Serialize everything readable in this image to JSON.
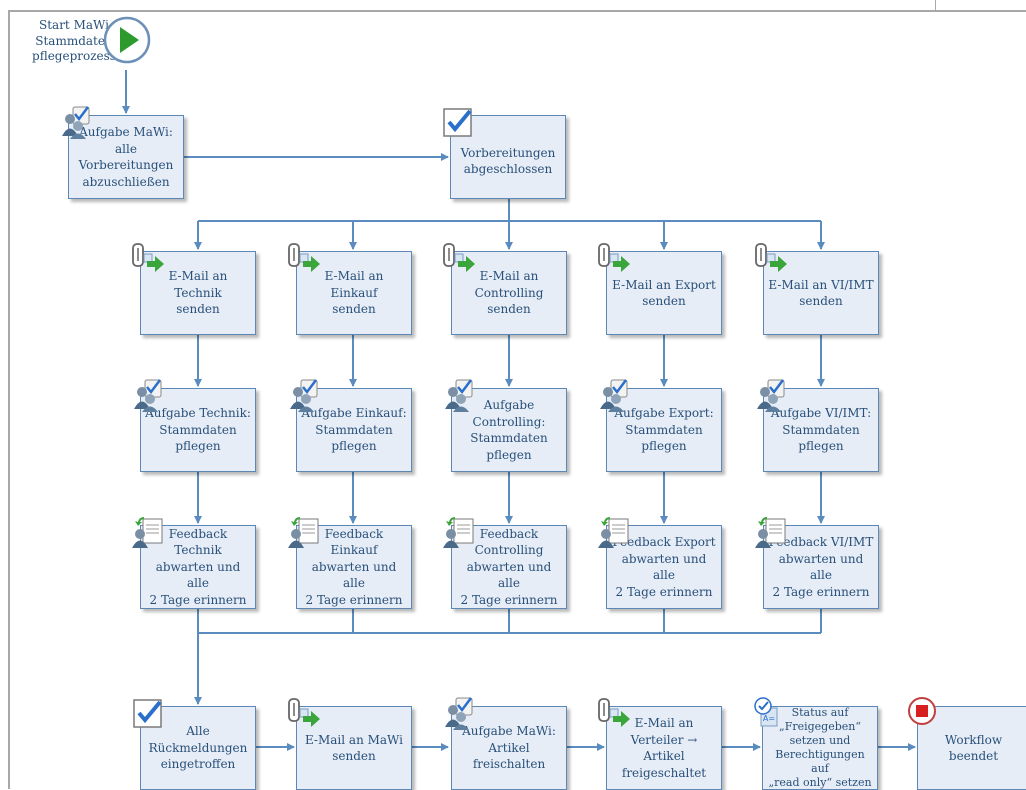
{
  "start": {
    "label": "Start MaWi\nStammdaten\npflegeprozess",
    "icon": "play-icon"
  },
  "steps": {
    "mawi_vorbereitung": {
      "label": "Aufgabe MaWi:\nalle\nVorbereitungen\nabzuschließen",
      "icon": "task-icon"
    },
    "vorbereitungen_abgeschlossen": {
      "label": "Vorbereitungen\nabgeschlossen",
      "icon": "checkbox-icon"
    },
    "branches": [
      {
        "email": {
          "label": "E-Mail an Technik\nsenden",
          "icon": "email-send-icon"
        },
        "task": {
          "label": "Aufgabe Technik:\nStammdaten\npflegen",
          "icon": "task-icon"
        },
        "feedback": {
          "label": "Feedback Technik\nabwarten und alle\n2 Tage erinnern",
          "icon": "feedback-icon"
        }
      },
      {
        "email": {
          "label": "E-Mail an Einkauf\nsenden",
          "icon": "email-send-icon"
        },
        "task": {
          "label": "Aufgabe Einkauf:\nStammdaten\npflegen",
          "icon": "task-icon"
        },
        "feedback": {
          "label": "Feedback Einkauf\nabwarten und alle\n2 Tage erinnern",
          "icon": "feedback-icon"
        }
      },
      {
        "email": {
          "label": "E-Mail an\nControlling\nsenden",
          "icon": "email-send-icon"
        },
        "task": {
          "label": "Aufgabe\nControlling:\nStammdaten\npflegen",
          "icon": "task-icon"
        },
        "feedback": {
          "label": "Feedback\nControlling\nabwarten und alle\n2 Tage erinnern",
          "icon": "feedback-icon"
        }
      },
      {
        "email": {
          "label": "E-Mail an Export\nsenden",
          "icon": "email-send-icon"
        },
        "task": {
          "label": "Aufgabe Export:\nStammdaten\npflegen",
          "icon": "task-icon"
        },
        "feedback": {
          "label": "Feedback Export\nabwarten und alle\n2 Tage erinnern",
          "icon": "feedback-icon"
        }
      },
      {
        "email": {
          "label": "E-Mail an VI/IMT\nsenden",
          "icon": "email-send-icon"
        },
        "task": {
          "label": "Aufgabe VI/IMT:\nStammdaten\npflegen",
          "icon": "task-icon"
        },
        "feedback": {
          "label": "Feedback VI/IMT\nabwarten und alle\n2 Tage erinnern",
          "icon": "feedback-icon"
        }
      }
    ],
    "rueckmeldungen": {
      "label": "Alle\nRückmeldungen\neingetroffen",
      "icon": "checkbox-icon"
    },
    "email_mawi": {
      "label": "E-Mail an MaWi\nsenden",
      "icon": "email-send-icon"
    },
    "mawi_freischalten": {
      "label": "Aufgabe MaWi:\nArtikel\nfreischalten",
      "icon": "task-icon"
    },
    "email_verteiler": {
      "label": "E-Mail an\nVerteiler →\nArtikel\nfreigeschaltet",
      "icon": "email-send-icon"
    },
    "status": {
      "label": "Status auf\n„Freigegeben“\nsetzen und\nBerechtigungen auf\n„read only“ setzen",
      "icon": "set-status-icon"
    },
    "end": {
      "label": "Workflow beendet",
      "icon": "stop-icon"
    }
  },
  "colors": {
    "box_fill": "#e6edf6",
    "box_border": "#5d87b4",
    "connector": "#5a8cbf",
    "text": "#29507a",
    "start_green": "#2e9a2e",
    "stop_red": "#d92020"
  }
}
